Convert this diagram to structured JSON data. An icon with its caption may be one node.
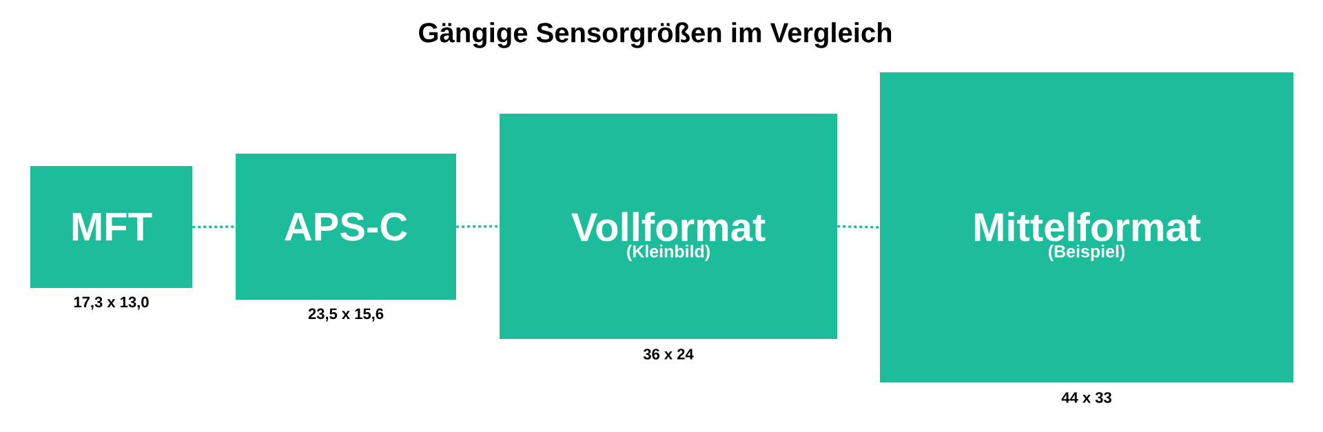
{
  "diagram": {
    "title": "Gängige Sensorgrößen im Vergleich",
    "nodes": [
      {
        "text": [
          "MFT"
        ],
        "beside": [
          "17,3 x 13,0"
        ]
      },
      {
        "text": [
          "APS-C"
        ],
        "beside": [
          "23,5 x 15,6"
        ]
      },
      {
        "text": [
          "Vollformat",
          "(Kleinbild)"
        ],
        "beside": [
          "36 x 24"
        ]
      },
      {
        "text": [
          "Mittelformat",
          "(Beispiel)"
        ],
        "beside": [
          "44 x 33"
        ]
      }
    ],
    "edges": [
      {
        "from": 0,
        "to": 1,
        "arrow": "none",
        "style": "dashed"
      },
      {
        "from": 1,
        "to": 2,
        "arrow": "none",
        "style": "dashed"
      },
      {
        "from": 2,
        "to": 3,
        "arrow": "none",
        "style": "dashed"
      }
    ]
  }
}
